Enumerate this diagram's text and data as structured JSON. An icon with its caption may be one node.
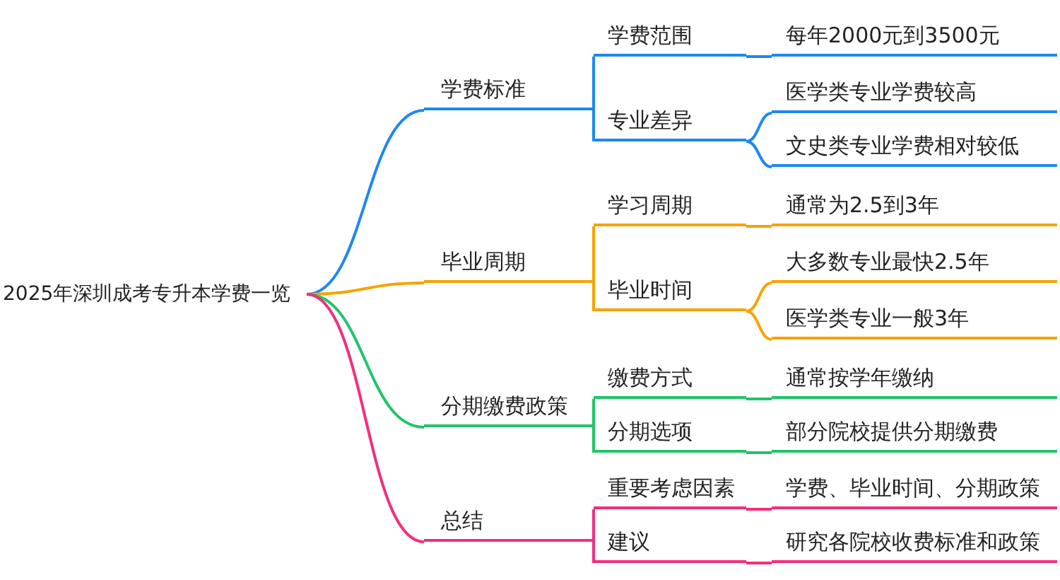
{
  "diagram": {
    "nodes": [
      {
        "text": [
          "2025年深圳成考专升本学费一览"
        ]
      },
      {
        "text": [
          "学费标准"
        ]
      },
      {
        "text": [
          "学费范围"
        ]
      },
      {
        "text": [
          "每年2000元到3500元"
        ]
      },
      {
        "text": [
          "专业差异"
        ]
      },
      {
        "text": [
          "医学类专业学费较高"
        ]
      },
      {
        "text": [
          "文史类专业学费相对较低"
        ]
      },
      {
        "text": [
          "毕业周期"
        ]
      },
      {
        "text": [
          "学习周期"
        ]
      },
      {
        "text": [
          "通常为2.5到3年"
        ]
      },
      {
        "text": [
          "毕业时间"
        ]
      },
      {
        "text": [
          "大多数专业最快2.5年"
        ]
      },
      {
        "text": [
          "医学类专业一般3年"
        ]
      },
      {
        "text": [
          "分期缴费政策"
        ]
      },
      {
        "text": [
          "缴费方式"
        ]
      },
      {
        "text": [
          "通常按学年缴纳"
        ]
      },
      {
        "text": [
          "分期选项"
        ]
      },
      {
        "text": [
          "部分院校提供分期缴费"
        ]
      },
      {
        "text": [
          "总结"
        ]
      },
      {
        "text": [
          "重要考虑因素"
        ]
      },
      {
        "text": [
          "学费、毕业时间、分期政策"
        ]
      },
      {
        "text": [
          "建议"
        ]
      },
      {
        "text": [
          "研究各院校收费标准和政策"
        ]
      }
    ],
    "edges": [
      {
        "from": 0,
        "to": 1,
        "arrow": "none",
        "color": "#1e88f0"
      },
      {
        "from": 1,
        "to": 2,
        "arrow": "none",
        "color": "#1e88f0"
      },
      {
        "from": 2,
        "to": 3,
        "arrow": "none",
        "color": "#1e88f0"
      },
      {
        "from": 1,
        "to": 4,
        "arrow": "none",
        "color": "#1e88f0"
      },
      {
        "from": 4,
        "to": 5,
        "arrow": "none",
        "color": "#1e88f0"
      },
      {
        "from": 4,
        "to": 6,
        "arrow": "none",
        "color": "#1e88f0"
      },
      {
        "from": 0,
        "to": 7,
        "arrow": "none",
        "color": "#f5a400"
      },
      {
        "from": 7,
        "to": 8,
        "arrow": "none",
        "color": "#f5a400"
      },
      {
        "from": 8,
        "to": 9,
        "arrow": "none",
        "color": "#f5a400"
      },
      {
        "from": 7,
        "to": 10,
        "arrow": "none",
        "color": "#f5a400"
      },
      {
        "from": 10,
        "to": 11,
        "arrow": "none",
        "color": "#f5a400"
      },
      {
        "from": 10,
        "to": 12,
        "arrow": "none",
        "color": "#f5a400"
      },
      {
        "from": 0,
        "to": 13,
        "arrow": "none",
        "color": "#22c46a"
      },
      {
        "from": 13,
        "to": 14,
        "arrow": "none",
        "color": "#22c46a"
      },
      {
        "from": 14,
        "to": 15,
        "arrow": "none",
        "color": "#22c46a"
      },
      {
        "from": 13,
        "to": 16,
        "arrow": "none",
        "color": "#22c46a"
      },
      {
        "from": 16,
        "to": 17,
        "arrow": "none",
        "color": "#22c46a"
      },
      {
        "from": 0,
        "to": 18,
        "arrow": "none",
        "color": "#f0307c"
      },
      {
        "from": 18,
        "to": 19,
        "arrow": "none",
        "color": "#f0307c"
      },
      {
        "from": 19,
        "to": 20,
        "arrow": "none",
        "color": "#f0307c"
      },
      {
        "from": 18,
        "to": 21,
        "arrow": "none",
        "color": "#f0307c"
      },
      {
        "from": 21,
        "to": 22,
        "arrow": "none",
        "color": "#f0307c"
      }
    ]
  }
}
